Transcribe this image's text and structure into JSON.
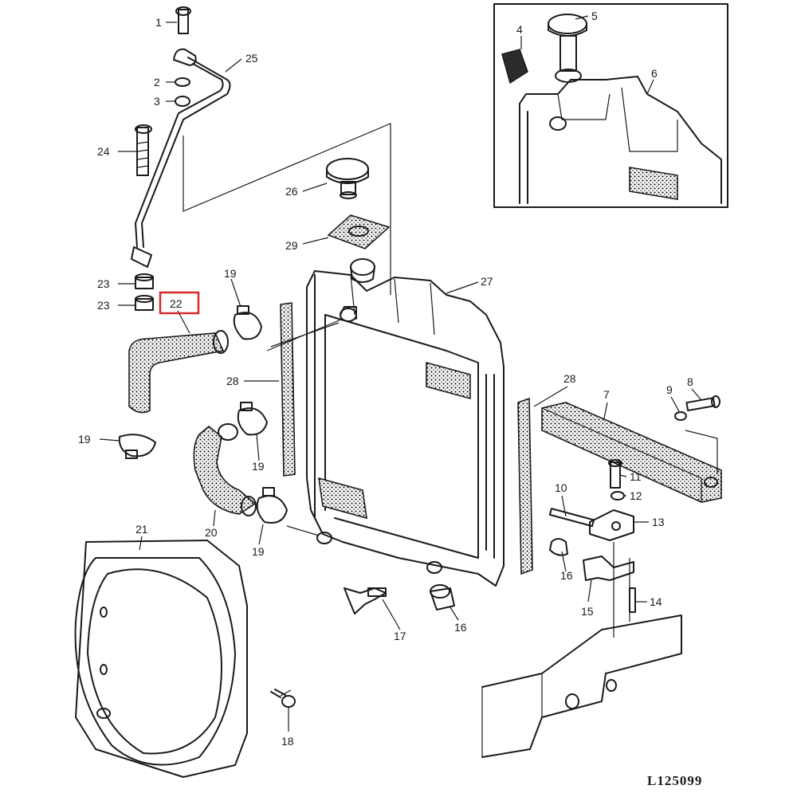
{
  "callouts": {
    "c1": "1",
    "c2": "2",
    "c3": "3",
    "c4": "4",
    "c5": "5",
    "c6": "6",
    "c7": "7",
    "c8": "8",
    "c9": "9",
    "c10": "10",
    "c11": "11",
    "c12": "12",
    "c13": "13",
    "c14": "14",
    "c15": "15",
    "c16a": "16",
    "c16b": "16",
    "c17": "17",
    "c18": "18",
    "c19a": "19",
    "c19b": "19",
    "c19c": "19",
    "c19d": "19",
    "c20": "20",
    "c21": "21",
    "c22": "22",
    "c23a": "23",
    "c23b": "23",
    "c24": "24",
    "c25": "25",
    "c26": "26",
    "c27": "27",
    "c28a": "28",
    "c28b": "28",
    "c29": "29"
  },
  "highlighted_callout": "22",
  "highlight_color": "#d42a2a",
  "reference_code": "L125099"
}
